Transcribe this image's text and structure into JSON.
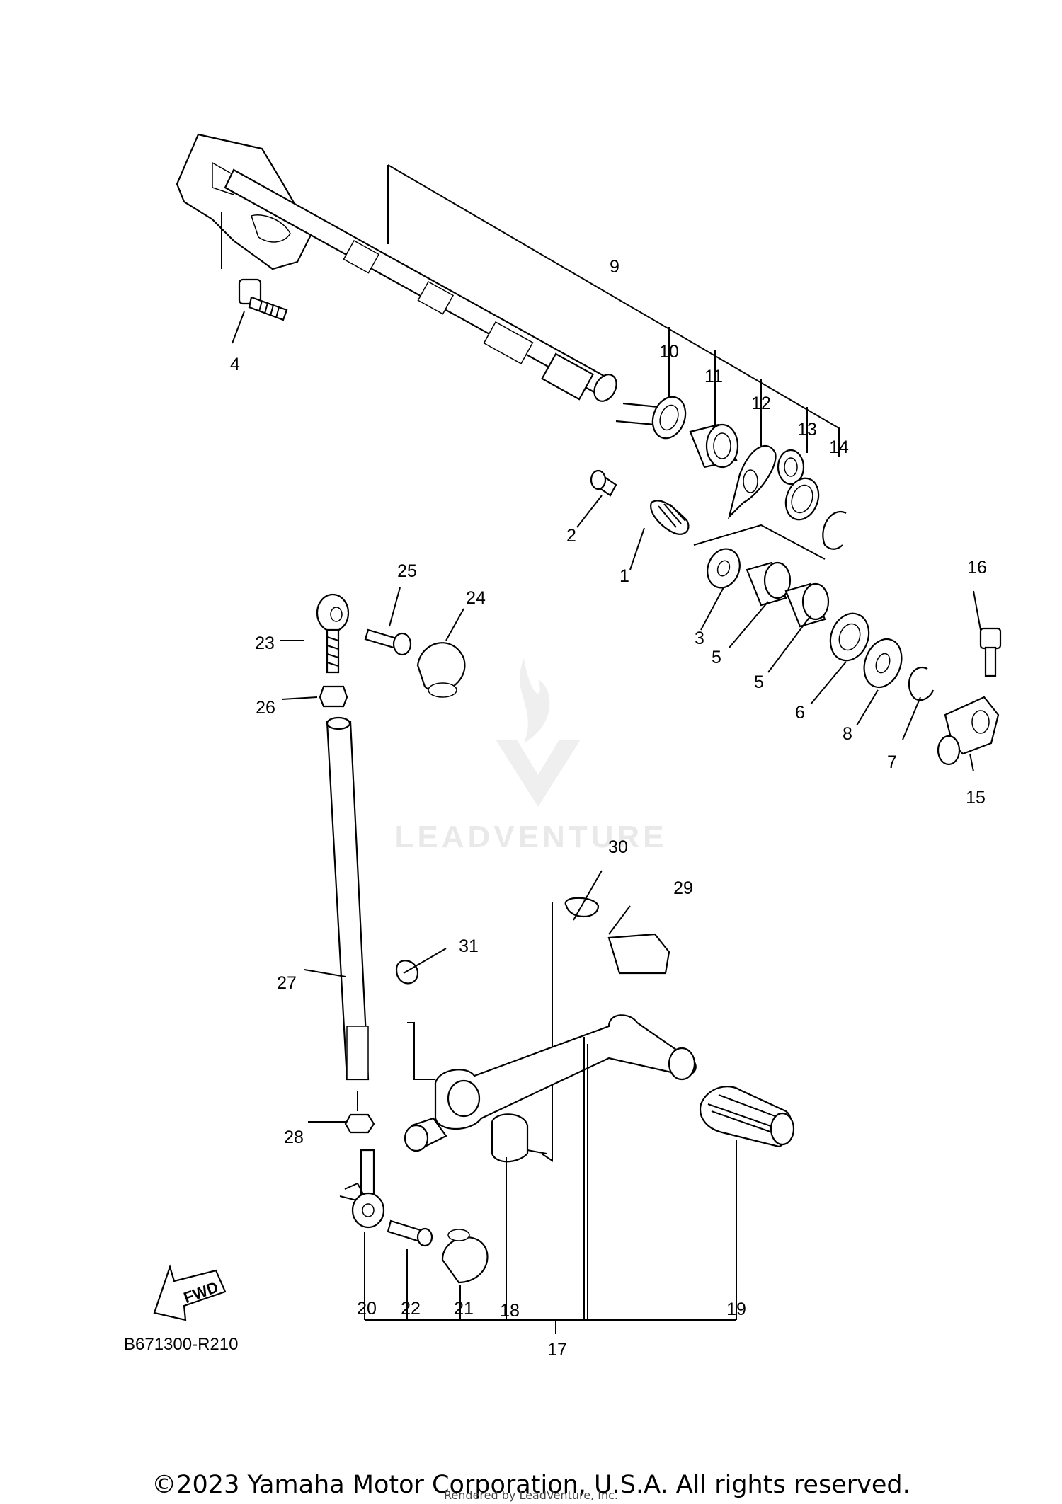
{
  "diagram": {
    "parts": {
      "p1": "1",
      "p2": "2",
      "p3": "3",
      "p4": "4",
      "p5a": "5",
      "p5b": "5",
      "p6": "6",
      "p7": "7",
      "p8": "8",
      "p9": "9",
      "p10": "10",
      "p11": "11",
      "p12": "12",
      "p13": "13",
      "p14": "14",
      "p15": "15",
      "p16": "16",
      "p17": "17",
      "p18": "18",
      "p19": "19",
      "p20": "20",
      "p21": "21",
      "p22": "22",
      "p23": "23",
      "p24": "24",
      "p25": "25",
      "p26": "26",
      "p27": "27",
      "p28": "28",
      "p29": "29",
      "p30": "30",
      "p31": "31"
    },
    "figure_code": "B671300-R210",
    "fwd_label": "FWD",
    "watermark": "LEADVENTURE"
  },
  "footer": {
    "copyright": "©2023 Yamaha Motor Corporation, U.S.A. All rights reserved.",
    "rendered_by": "Rendered by LeadVenture, Inc."
  }
}
